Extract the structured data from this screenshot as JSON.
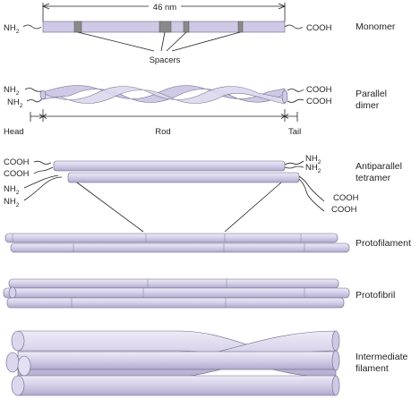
{
  "monomer": {
    "length_label": "46 nm",
    "nh2_prefix": "NH",
    "nh2_sub": "2",
    "cooh": "COOH",
    "spacers_label": "Spacers",
    "label": "Monomer"
  },
  "parallel_dimer": {
    "nh2_prefix": "NH",
    "nh2_sub": "2",
    "cooh": "COOH",
    "head_label": "Head",
    "rod_label": "Rod",
    "tail_label": "Tail",
    "label_line1": "Parallel",
    "label_line2": "dimer"
  },
  "antiparallel_tetramer": {
    "cooh": "COOH",
    "nh2_prefix": "NH",
    "nh2_sub": "2",
    "label_line1": "Antiparallel",
    "label_line2": "tetramer"
  },
  "protofilament": {
    "label": "Protofilament"
  },
  "protofibril": {
    "label": "Protofibril"
  },
  "intermediate_filament": {
    "label_line1": "Intermediate",
    "label_line2": "filament"
  },
  "colors": {
    "rod_fill": "#cfc9e6",
    "rod_stroke": "#6b6785",
    "spacer": "#8a8a8a",
    "ink": "#231f20"
  }
}
